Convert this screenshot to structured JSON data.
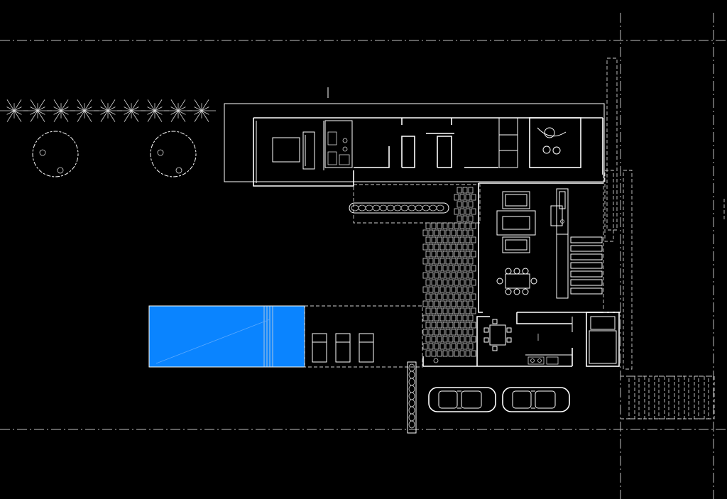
{
  "drawing": {
    "background_color": "#000000",
    "line_color": "#ffffff",
    "pool_color": "#0a84ff",
    "elements": [
      "property-boundary",
      "hedge-plants",
      "tree",
      "bedroom-wing",
      "living-area",
      "wood-deck",
      "swimming-pool",
      "sun-loungers",
      "kitchen",
      "dining-table",
      "sofa-set",
      "parked-cars",
      "planter-boxes",
      "parking-stripes"
    ]
  }
}
